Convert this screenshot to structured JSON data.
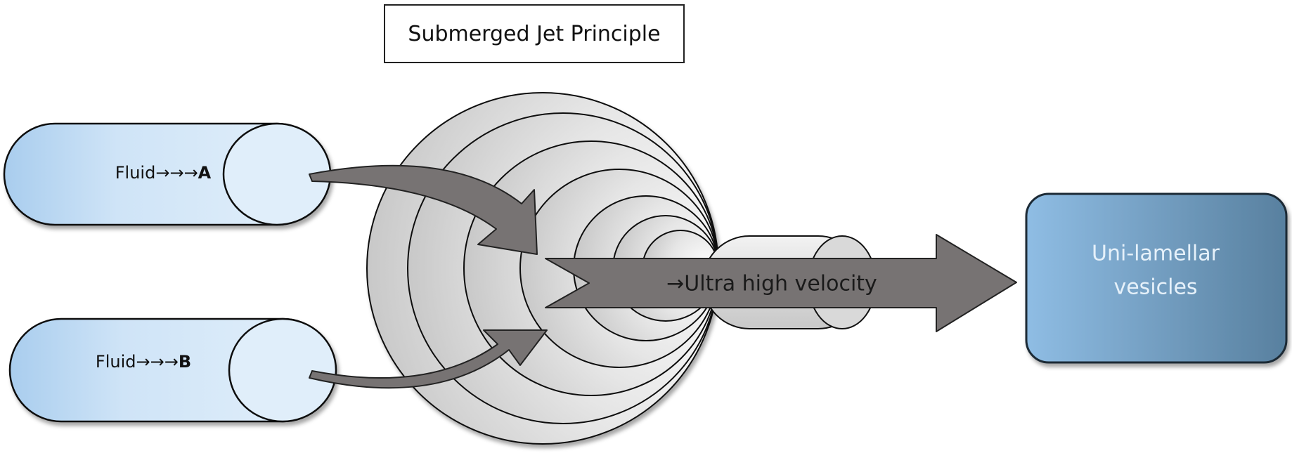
{
  "title": "Submerged Jet Principle",
  "inputs": [
    {
      "label": "Fluid",
      "arrows": "→→→",
      "suffix": "A"
    },
    {
      "label": "Fluid",
      "arrows": "→→→",
      "suffix": "B"
    }
  ],
  "jet_label": "→Ultra high velocity",
  "output": {
    "line1": "Uni-lamellar",
    "line2": "vesicles"
  },
  "colors": {
    "tube_light": "#ddeefa",
    "tube_dark": "#b5d5f2",
    "arrow_fill": "#777373",
    "output_left": "#8fbde4",
    "output_right": "#58809f",
    "output_text": "#e6f1fa"
  }
}
